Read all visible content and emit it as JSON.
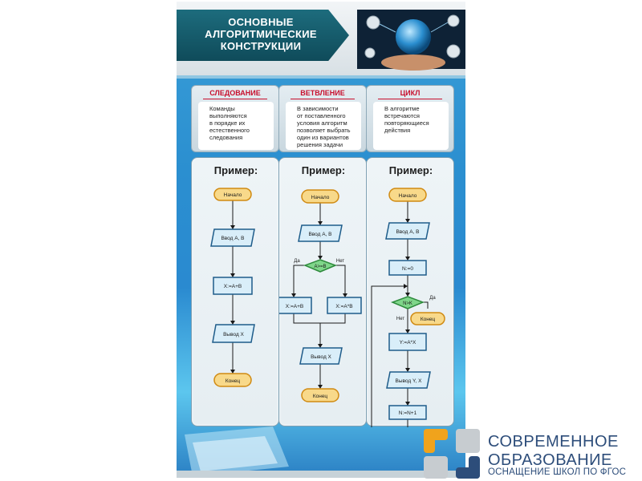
{
  "poster": {
    "title_lines": [
      "ОСНОВНЫЕ",
      "АЛГОРИТМИЧЕСКИЕ",
      "КОНСТРУКЦИИ"
    ]
  },
  "columns": [
    {
      "tab": "СЛЕДОВАНИЕ",
      "desc_lines": [
        "Команды",
        "выполняются",
        "в порядке их",
        "естественного",
        "следования"
      ],
      "example": "Пример:",
      "nodes": [
        "Начало",
        "Ввод A, B",
        "X:=A+B",
        "Вывод X",
        "Конец"
      ]
    },
    {
      "tab": "ВЕТВЛЕНИЕ",
      "desc_lines": [
        "В зависимости",
        "от поставленного",
        "условия алгоритм",
        "позволяет выбрать",
        "один из вариантов",
        "решения задачи"
      ],
      "example": "Пример:",
      "nodes": [
        "Начало",
        "Ввод A, B",
        "A>=B",
        "X:=A+B",
        "X:=A*B",
        "Вывод X",
        "Конец"
      ],
      "labels": {
        "yes": "Да",
        "no": "Нет"
      }
    },
    {
      "tab": "ЦИКЛ",
      "desc_lines": [
        "В алгоритме",
        "встречаются",
        "повторяющиеся",
        "действия"
      ],
      "example": "Пример:",
      "nodes": [
        "Начало",
        "Ввод A, B",
        "N:=0",
        "N>K",
        "Конец",
        "Y:=A*X",
        "Вывод Y, X",
        "N:=N+1"
      ],
      "labels": {
        "yes": "Да",
        "no": "Нет"
      }
    }
  ],
  "brand": {
    "line1": "СОВРЕМЕННОЕ",
    "line2": "ОБРАЗОВАНИЕ",
    "line3": "ОСНАЩЕНИЕ ШКОЛ ПО ФГОС"
  },
  "colors": {
    "terminal_fill": "#f8d98a",
    "terminal_stroke": "#d08a12",
    "process_fill": "#d9eef9",
    "process_stroke": "#1e5c8a",
    "decision_fill": "#7fd68a",
    "decision_stroke": "#2e8a3c",
    "tab_red": "#c8102e",
    "brand_blue": "#2d4d7a",
    "brand_orange": "#f0a31c"
  }
}
